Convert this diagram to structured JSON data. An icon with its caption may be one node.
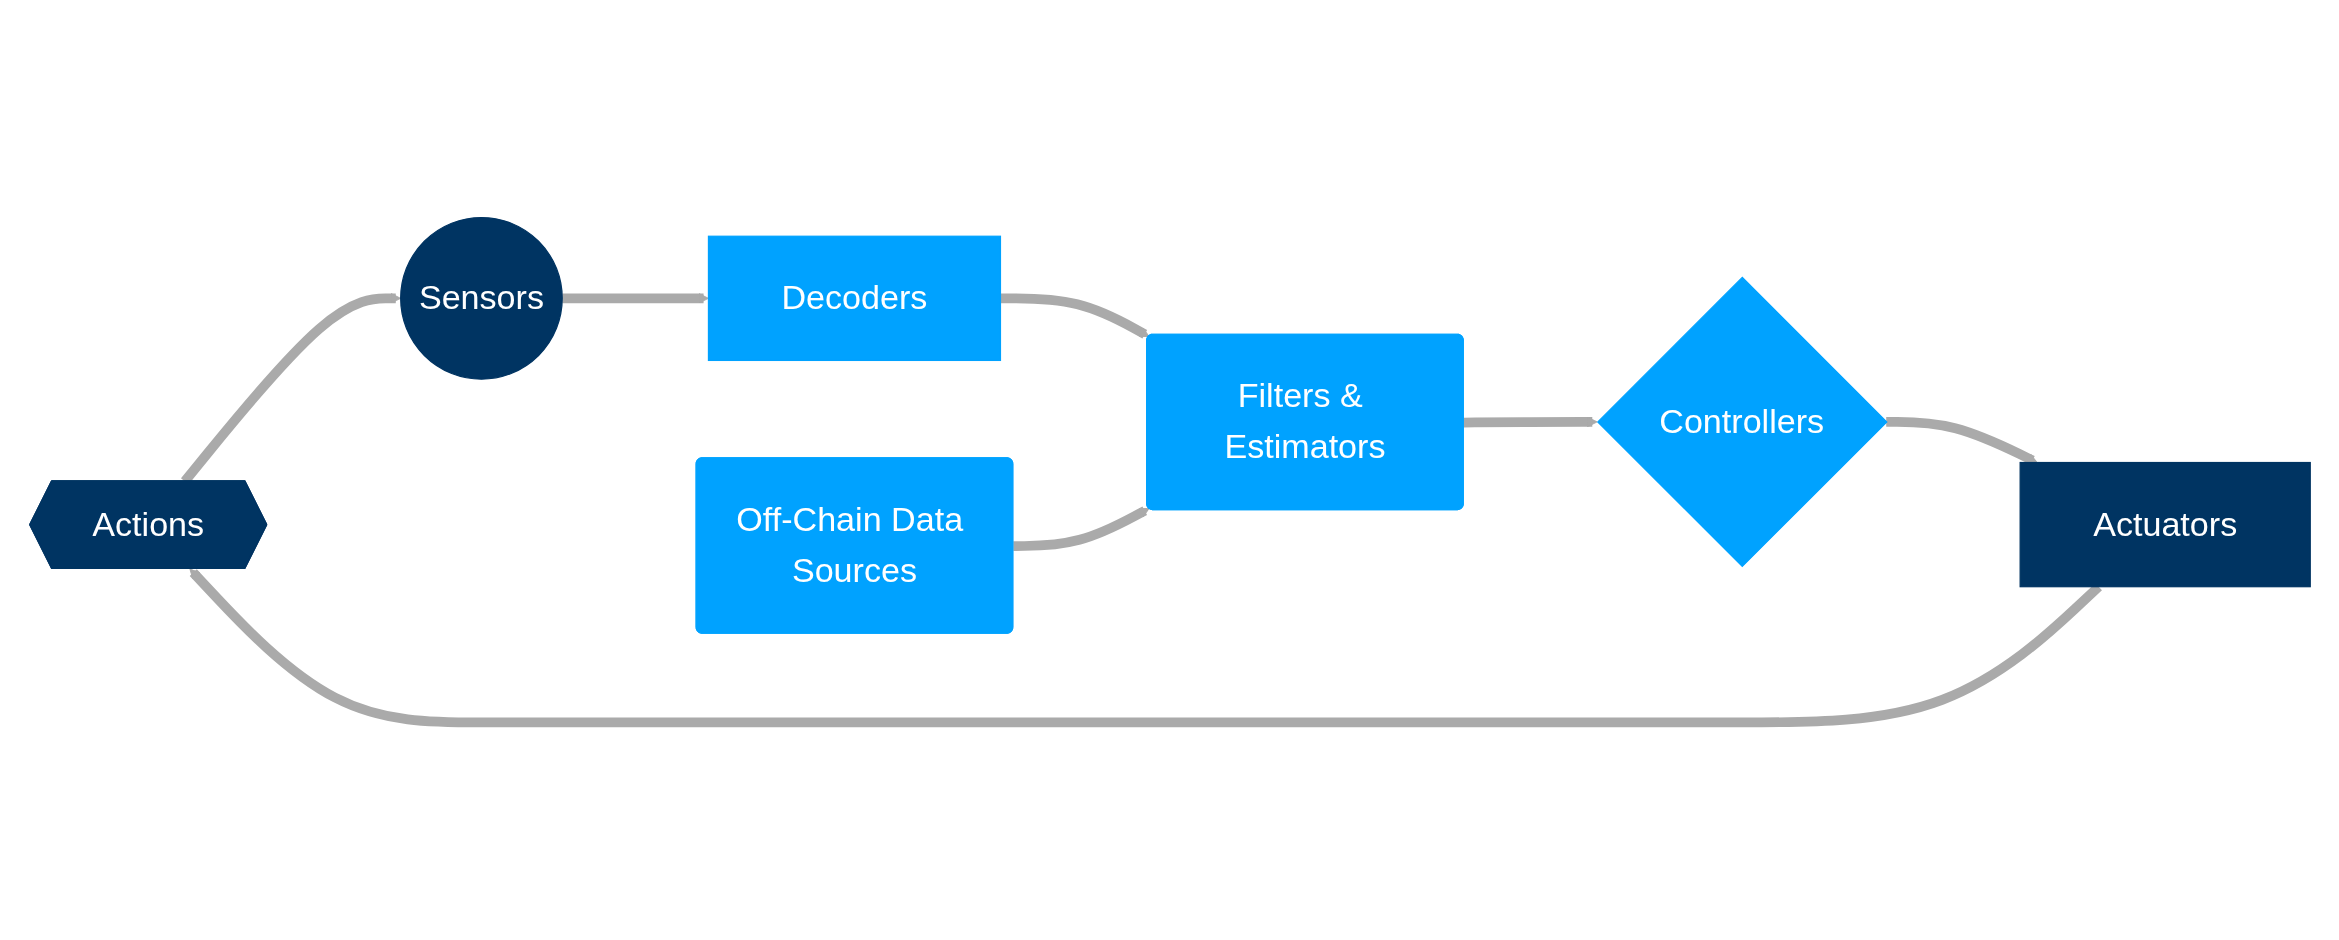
{
  "diagram": {
    "nodes": [
      {
        "text": [
          "Actions"
        ]
      },
      {
        "text": [
          "Sensors"
        ]
      },
      {
        "text": [
          "Decoders"
        ]
      },
      {
        "text": [
          "Actuators"
        ]
      },
      {
        "text": [
          "Controllers"
        ]
      },
      {
        "text": [
          "Filters & Estimators"
        ]
      },
      {
        "text": [
          "Off-Chain Data Sources"
        ]
      }
    ],
    "edges": [
      {
        "from": 0,
        "to": 1,
        "arrow": "to"
      },
      {
        "from": 1,
        "to": 2,
        "arrow": "to"
      },
      {
        "from": 2,
        "to": 5,
        "arrow": "to"
      },
      {
        "from": 6,
        "to": 5,
        "arrow": "to"
      },
      {
        "from": 5,
        "to": 4,
        "arrow": "to"
      },
      {
        "from": 4,
        "to": 3,
        "arrow": "to"
      },
      {
        "from": 3,
        "to": 0,
        "arrow": "to"
      }
    ]
  }
}
